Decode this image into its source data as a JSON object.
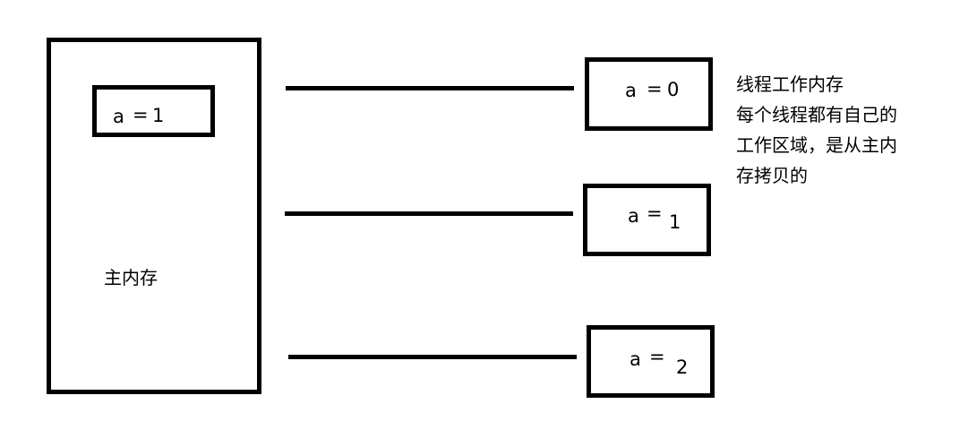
{
  "main_memory": {
    "label": "主内存",
    "variable": {
      "name": "a",
      "eq": "=",
      "value": "1"
    }
  },
  "threads": [
    {
      "name": "a",
      "eq": "=",
      "value": "0"
    },
    {
      "name": "a",
      "eq": "=",
      "value": "1"
    },
    {
      "name": "a",
      "eq": "=",
      "value": "2"
    }
  ],
  "note": {
    "lines": [
      "线程工作内存",
      "每个线程都有自己的",
      "工作区域，是从主内",
      "存拷贝的"
    ]
  }
}
